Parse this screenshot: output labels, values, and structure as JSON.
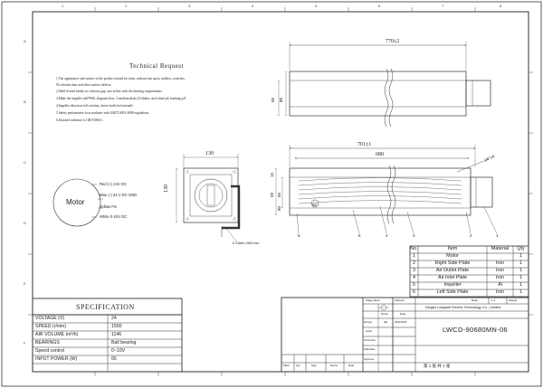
{
  "grid": {
    "cols": [
      "1",
      "2",
      "3",
      "4",
      "5",
      "6",
      "7",
      "8"
    ],
    "rows": [
      "A",
      "B",
      "C",
      "D",
      "E",
      "F"
    ]
  },
  "technical_request": {
    "title": "Technical Request",
    "items": [
      "1.The appearance and surface of the product should be clean, without rust spots, mildew, scratches,",
      "   No obvious burr and other surface defects.",
      "2.Shell riveted firmly, no obvious gap, size in line with the drawing requirements.",
      "3.Make the impeller φ60*680, diagonal flow, 3 medium disks,35 blades, steel shaft φ8, bushing φ 8",
      "4.Impeller direction: left rotation,  sleeve built-in (external).",
      "5.Safety performance in accordance with GB/T12003-2008 regulations.",
      "6.Unnoted tolerance is GB/T1804-c."
    ]
  },
  "motor": {
    "label": "Motor",
    "wires": [
      "Red (+) 24V DC",
      "Blue (-) 24 V DC GND",
      "Yellow FG",
      "White 0-10V DC"
    ]
  },
  "end_view": {
    "width_dim": "130",
    "height_dim": "130",
    "cable_label": "6 Cable L/500 mm"
  },
  "top_view": {
    "length_dim": "770±2",
    "side_dims": [
      "50",
      "80"
    ]
  },
  "front_view": {
    "overall_dim": "701±1",
    "inner_dim": "680",
    "angle_label": "24°±4",
    "side_dims": [
      "15",
      "50",
      "50",
      "80",
      "60"
    ],
    "balloons": [
      "1",
      "2",
      "3",
      "4",
      "5",
      "6"
    ]
  },
  "bom": {
    "headers": [
      "No.",
      "Item",
      "Material",
      "Qty"
    ],
    "rows": [
      [
        "1",
        "Motor",
        "",
        "1"
      ],
      [
        "2",
        "Right Side Plate",
        "Iron",
        "1"
      ],
      [
        "3",
        "Air Outlet Plate",
        "Iron",
        "1"
      ],
      [
        "4",
        "Air Inlet Plate",
        "Iron",
        "1"
      ],
      [
        "5",
        "Impeller",
        "Al",
        "1"
      ],
      [
        "6",
        "Left Side Plate",
        "Iron",
        "1"
      ]
    ]
  },
  "specification": {
    "title": "SPECIFICATION",
    "rows": [
      [
        "VOLTAGE  (V)",
        "24"
      ],
      [
        "SPEED   (r/min)",
        "1500"
      ],
      [
        "AIR  VOLUME  (m³/h)",
        "1146"
      ],
      [
        "BEARINGS",
        "Ball bearing"
      ],
      [
        "Speed control",
        "0~10V"
      ],
      [
        "INPUT POWER  (W)",
        "65"
      ]
    ]
  },
  "title_block": {
    "company": "Ningbo Longwell Electric Technology  Co., Limited",
    "drawing_no": "LWCD-90680MN-06",
    "stage_mark": "Stage Mark",
    "weight": "Weight",
    "ratio_label": "Ratio",
    "ratio": "1:2",
    "material": "Material",
    "name_label": "Name",
    "date_label": "Date",
    "design_label": "Design",
    "design_name": "HE",
    "design_date": "20221025",
    "audit_label": "Audit",
    "technical_label": "Technical",
    "standard_label": "Standard",
    "approve_label": "Approve",
    "rev_headers": [
      "Mark",
      "Qty",
      "Sign",
      "Name",
      "Date"
    ],
    "sheet_info": "第 1 张  共 1 张"
  }
}
